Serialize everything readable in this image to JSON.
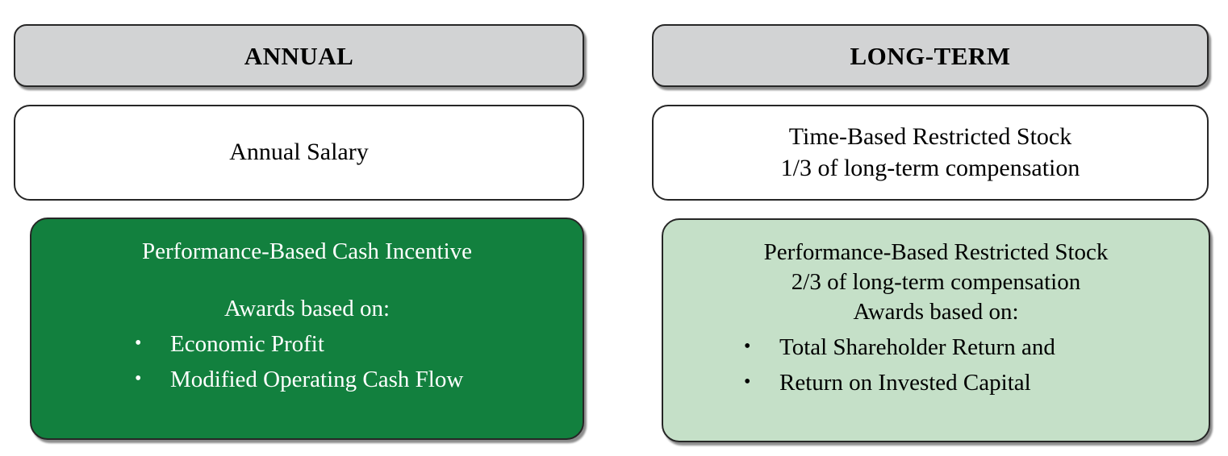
{
  "columns": [
    {
      "id": "annual",
      "header": "ANNUAL",
      "header_bg": "#d2d3d4",
      "cards": [
        {
          "id": "annual-salary",
          "style": "white",
          "lines": [
            "Annual Salary"
          ]
        },
        {
          "id": "performance-cash-incentive",
          "style": "dark-green",
          "bg": "#12803e",
          "text_color": "#ffffff",
          "lines": [
            "Performance-Based Cash Incentive",
            "",
            "Awards based on:"
          ],
          "bullets": [
            "Economic Profit",
            "Modified Operating Cash Flow"
          ],
          "bullet_glyph": "•"
        }
      ]
    },
    {
      "id": "long-term",
      "header": "LONG-TERM",
      "header_bg": "#d2d3d4",
      "cards": [
        {
          "id": "time-based-restricted-stock",
          "style": "white",
          "lines": [
            "Time-Based Restricted Stock",
            "1/3 of long-term compensation"
          ]
        },
        {
          "id": "performance-restricted-stock",
          "style": "light-green",
          "bg": "#c5e0c8",
          "text_color": "#000000",
          "lines": [
            "Performance-Based Restricted Stock",
            "2/3 of long-term compensation",
            "Awards based on:"
          ],
          "bullets": [
            "Total Shareholder Return and",
            "Return on Invested Capital"
          ],
          "bullet_glyph": "•"
        }
      ]
    }
  ]
}
